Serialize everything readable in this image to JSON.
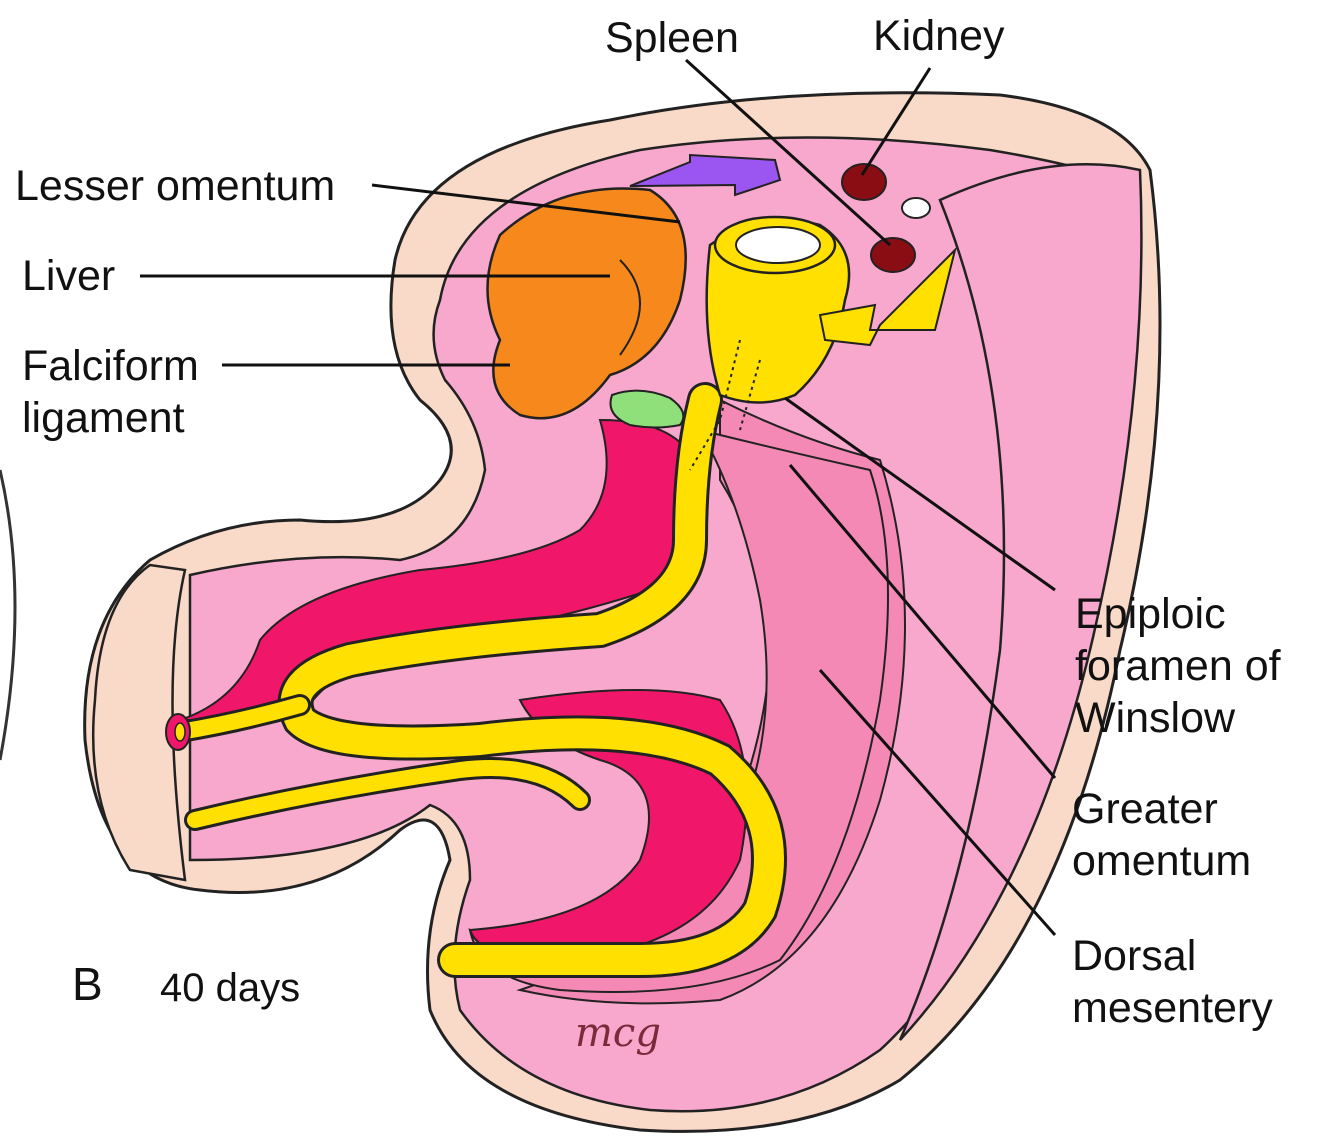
{
  "labels": {
    "spleen": "Spleen",
    "kidney": "Kidney",
    "lesser_omentum": "Lesser omentum",
    "liver": "Liver",
    "falciform_line1": "Falciform",
    "falciform_line2": "ligament",
    "epiploic_line1": "Epiploic",
    "epiploic_line2": "foramen of",
    "epiploic_line3": "Winslow",
    "greater_line1": "Greater",
    "greater_line2": "omentum",
    "dorsal_line1": "Dorsal",
    "dorsal_line2": "mesentery"
  },
  "panel": {
    "letter": "B",
    "age": "40 days"
  },
  "signature": "mcg",
  "colors": {
    "skin": "#f9d9c8",
    "body_pink": "#f7a8cc",
    "mesentery_pink": "#f489b5",
    "gut_magenta": "#f0176a",
    "gut_yellow": "#ffe000",
    "liver_orange": "#f7891c",
    "pancreas_green": "#8fe07a",
    "kidney_red": "#8b0d14",
    "arrow_purple": "#9b55f0",
    "outline": "#222222"
  }
}
